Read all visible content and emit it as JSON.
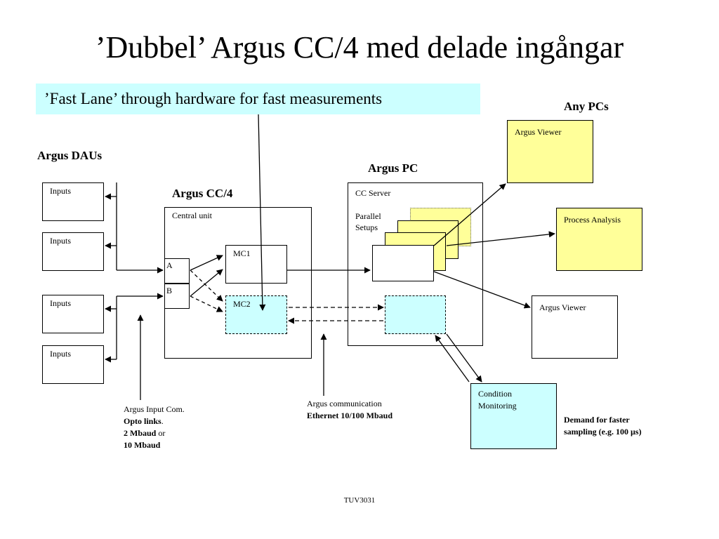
{
  "title": "’Dubbel’ Argus CC/4 med delade ingångar",
  "banner": "’Fast Lane’ through hardware for fast measurements",
  "headers": {
    "any_pcs": "Any PCs",
    "argus_daus": "Argus DAUs",
    "argus_pc": "Argus PC",
    "argus_cc4": "Argus CC/4"
  },
  "daus": [
    {
      "label": "Inputs"
    },
    {
      "label": "Inputs"
    },
    {
      "label": "Inputs"
    },
    {
      "label": "Inputs"
    }
  ],
  "cc4": {
    "central_unit": "Central unit",
    "port_a": "A",
    "port_b": "B",
    "mc1": "MC1",
    "mc2": "MC2"
  },
  "pc": {
    "cc_server": "CC Server",
    "parallel_line1": "Parallel",
    "parallel_line2": "Setups"
  },
  "right": {
    "argus_viewer_top": "Argus Viewer",
    "process_analysis": "Process Analysis",
    "argus_viewer_bottom": "Argus Viewer",
    "cond_line1": "Condition",
    "cond_line2": "Monitoring"
  },
  "annotations": {
    "input_com_line1": "Argus Input Com.",
    "input_com_opto": "Opto links",
    "input_com_dot": ".",
    "input_com_2mbaud": "2 Mbaud",
    "input_com_or": " or",
    "input_com_10mbaud": "10 Mbaud",
    "comm_line1": "Argus communication",
    "comm_line2": "Ethernet 10/100 Mbaud",
    "demand_line1": "Demand for faster",
    "demand_line2": "sampling (e.g. 100 µs)"
  },
  "footer": "TUV3031",
  "colors": {
    "banner": "#ccffff",
    "yellow_box": "#ffff99",
    "cyan_box": "#ccffff"
  }
}
